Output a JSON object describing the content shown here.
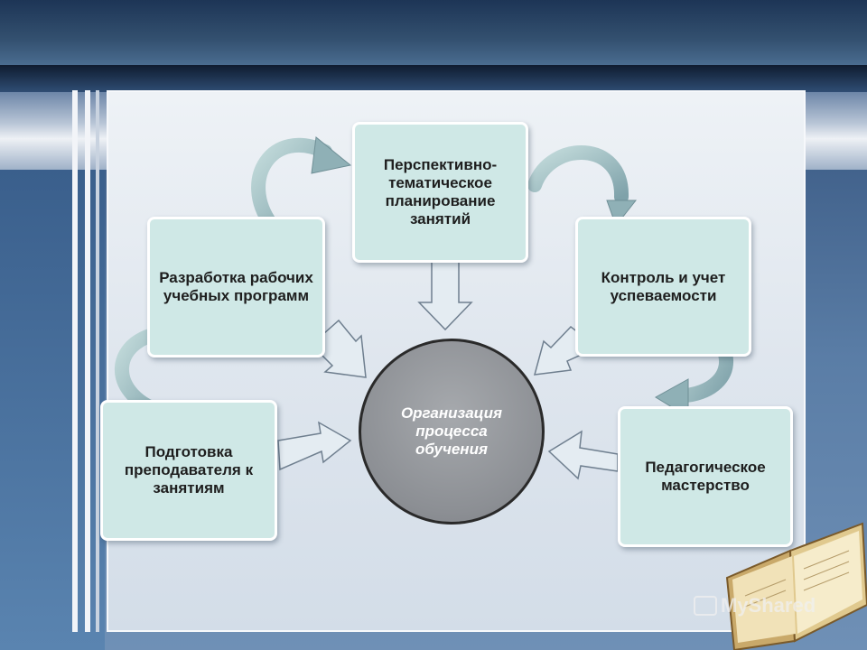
{
  "diagram": {
    "center": "Организация процесса обучения",
    "nodes": {
      "plan": "Перспективно-тематическое планирование занятий",
      "develop": "Разработка рабочих учебных программ",
      "control": "Контроль и учет успеваемости",
      "prepare": "Подготовка преподавателя к занятиям",
      "mastery": "Педагогическое мастерство"
    }
  },
  "watermark": {
    "text": "MyShared"
  }
}
